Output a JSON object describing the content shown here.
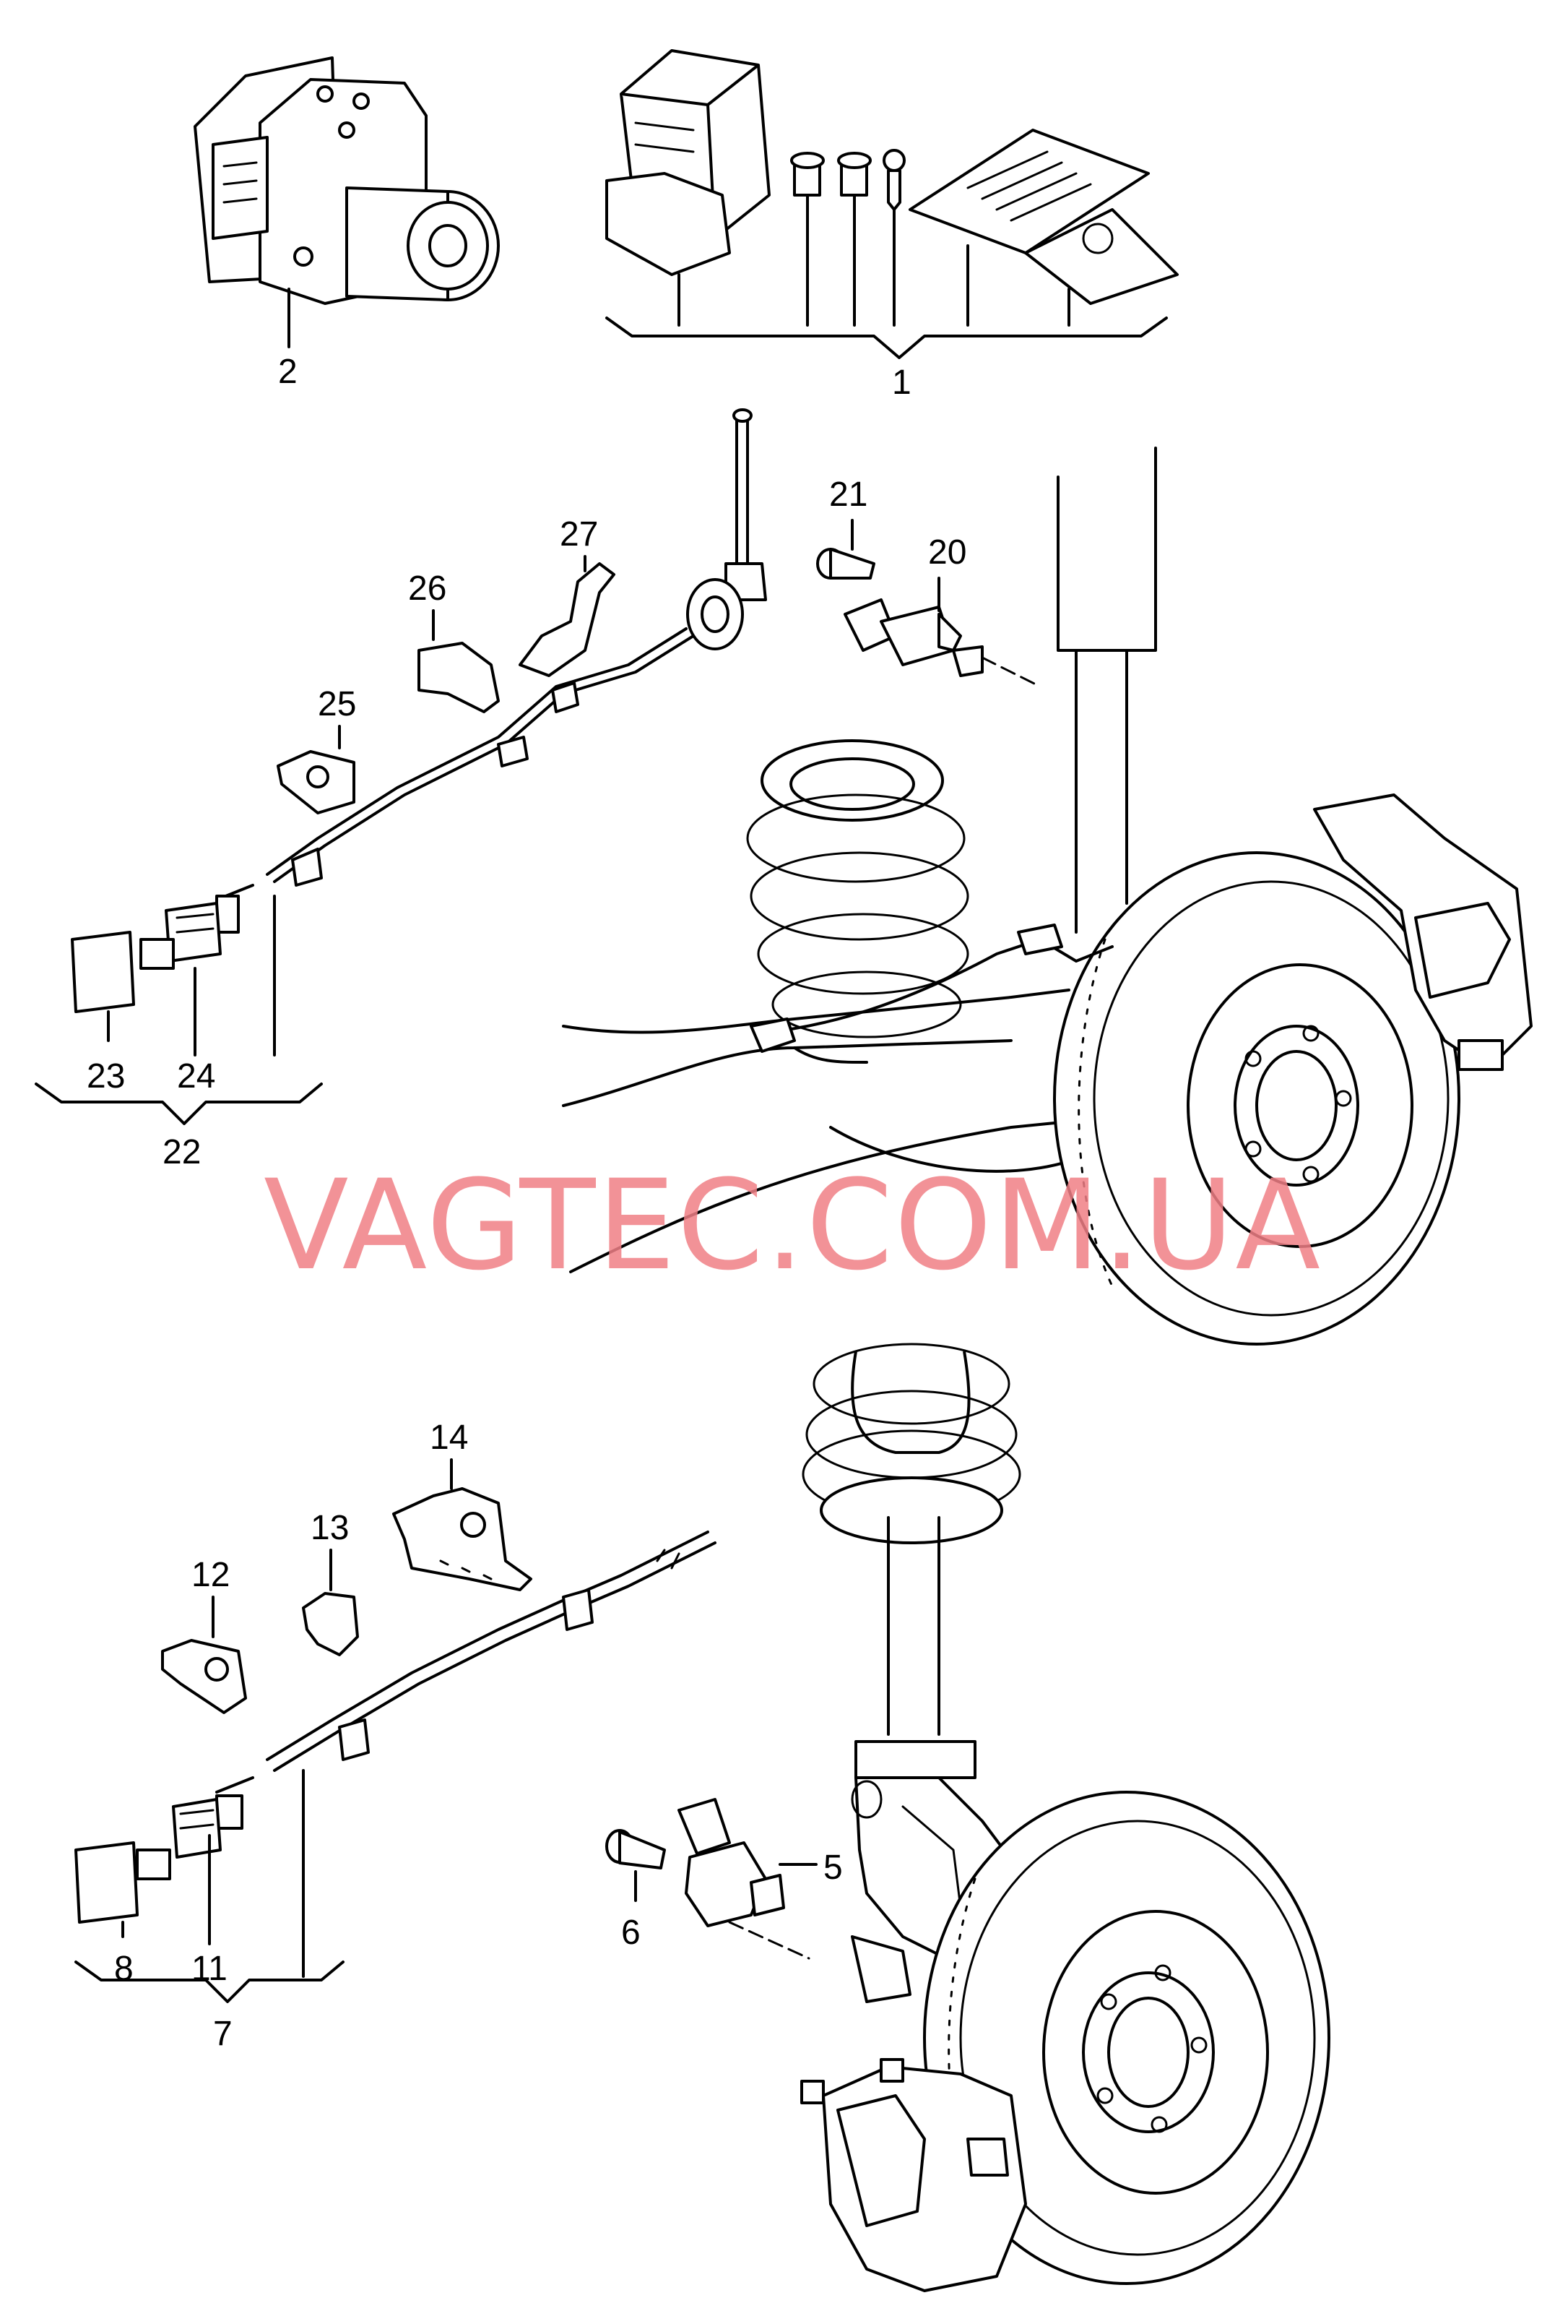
{
  "watermark": "VAGTEC.COM.UA",
  "callouts": {
    "c1": "1",
    "c2": "2",
    "c5": "5",
    "c6": "6",
    "c7": "7",
    "c8": "8",
    "c11": "11",
    "c12": "12",
    "c13": "13",
    "c14": "14",
    "c20": "20",
    "c21": "21",
    "c22": "22",
    "c23": "23",
    "c24": "24",
    "c25": "25",
    "c26": "26",
    "c27": "27"
  },
  "colors": {
    "line": "#000000",
    "background": "#ffffff",
    "watermark": "#f07f86"
  }
}
